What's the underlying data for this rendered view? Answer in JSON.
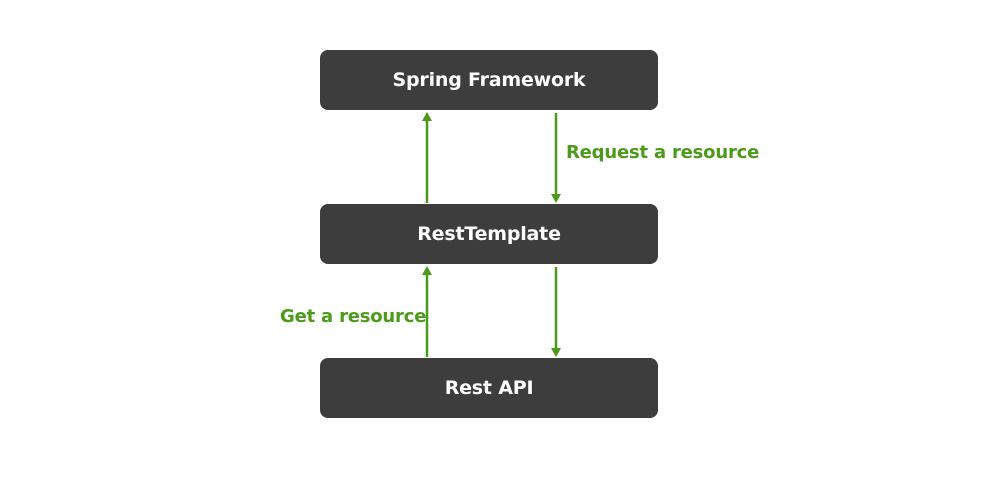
{
  "colors": {
    "node_fill": "#3d3d3d",
    "arrow": "#4c9a1a",
    "label_text": "#4c9a1a",
    "node_text": "#ffffff"
  },
  "nodes": {
    "spring_framework": "Spring Framework",
    "rest_template": "RestTemplate",
    "rest_api": "Rest API"
  },
  "edges": {
    "request_label": "Request a resource",
    "get_label": "Get a resource"
  }
}
